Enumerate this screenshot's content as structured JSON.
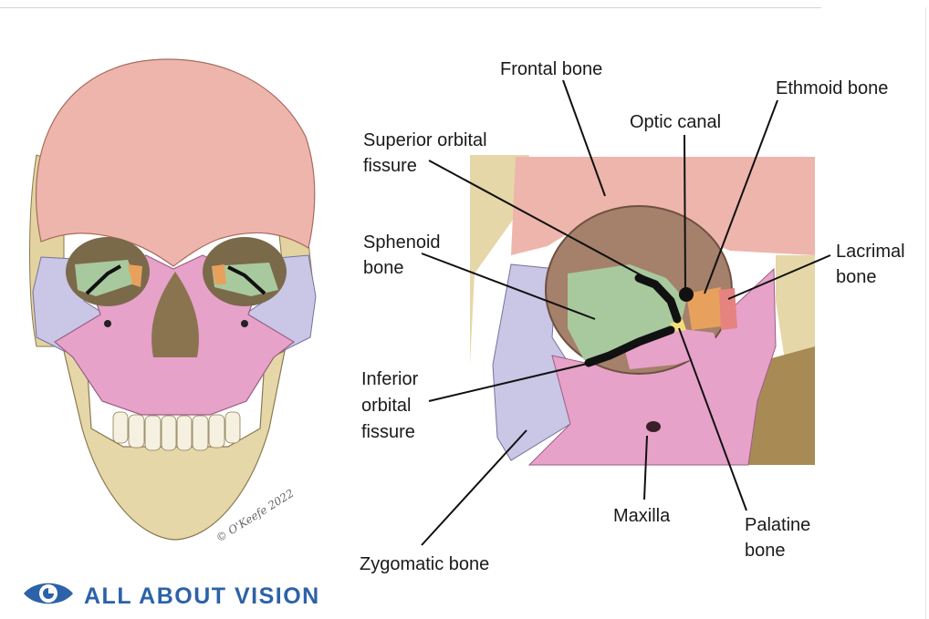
{
  "colors": {
    "frontal": "#eeb5ac",
    "sphenoid": "#a8c99e",
    "ethmoid": "#e8a15c",
    "lacrimal": "#e4837f",
    "zygomatic": "#c9c6e6",
    "maxilla": "#e7a2c9",
    "palatine": "#f3df7a",
    "bone": "#e6d7a8",
    "brand": "#2c62a8"
  },
  "labels": {
    "frontal": "Frontal bone",
    "ethmoid": "Ethmoid bone",
    "optic_canal": "Optic canal",
    "superior_orbital_1": "Superior orbital",
    "superior_orbital_2": "fissure",
    "sphenoid_1": "Sphenoid",
    "sphenoid_2": "bone",
    "lacrimal_1": "Lacrimal",
    "lacrimal_2": "bone",
    "inferior_orbital_1": "Inferior",
    "inferior_orbital_2": "orbital",
    "inferior_orbital_3": "fissure",
    "maxilla": "Maxilla",
    "palatine_1": "Palatine",
    "palatine_2": "bone",
    "zygomatic": "Zygomatic bone"
  },
  "branding": {
    "logo_text": "ALL ABOUT VISION",
    "logo_icon": "eye-icon",
    "signature": "© O'Keefe 2022"
  }
}
